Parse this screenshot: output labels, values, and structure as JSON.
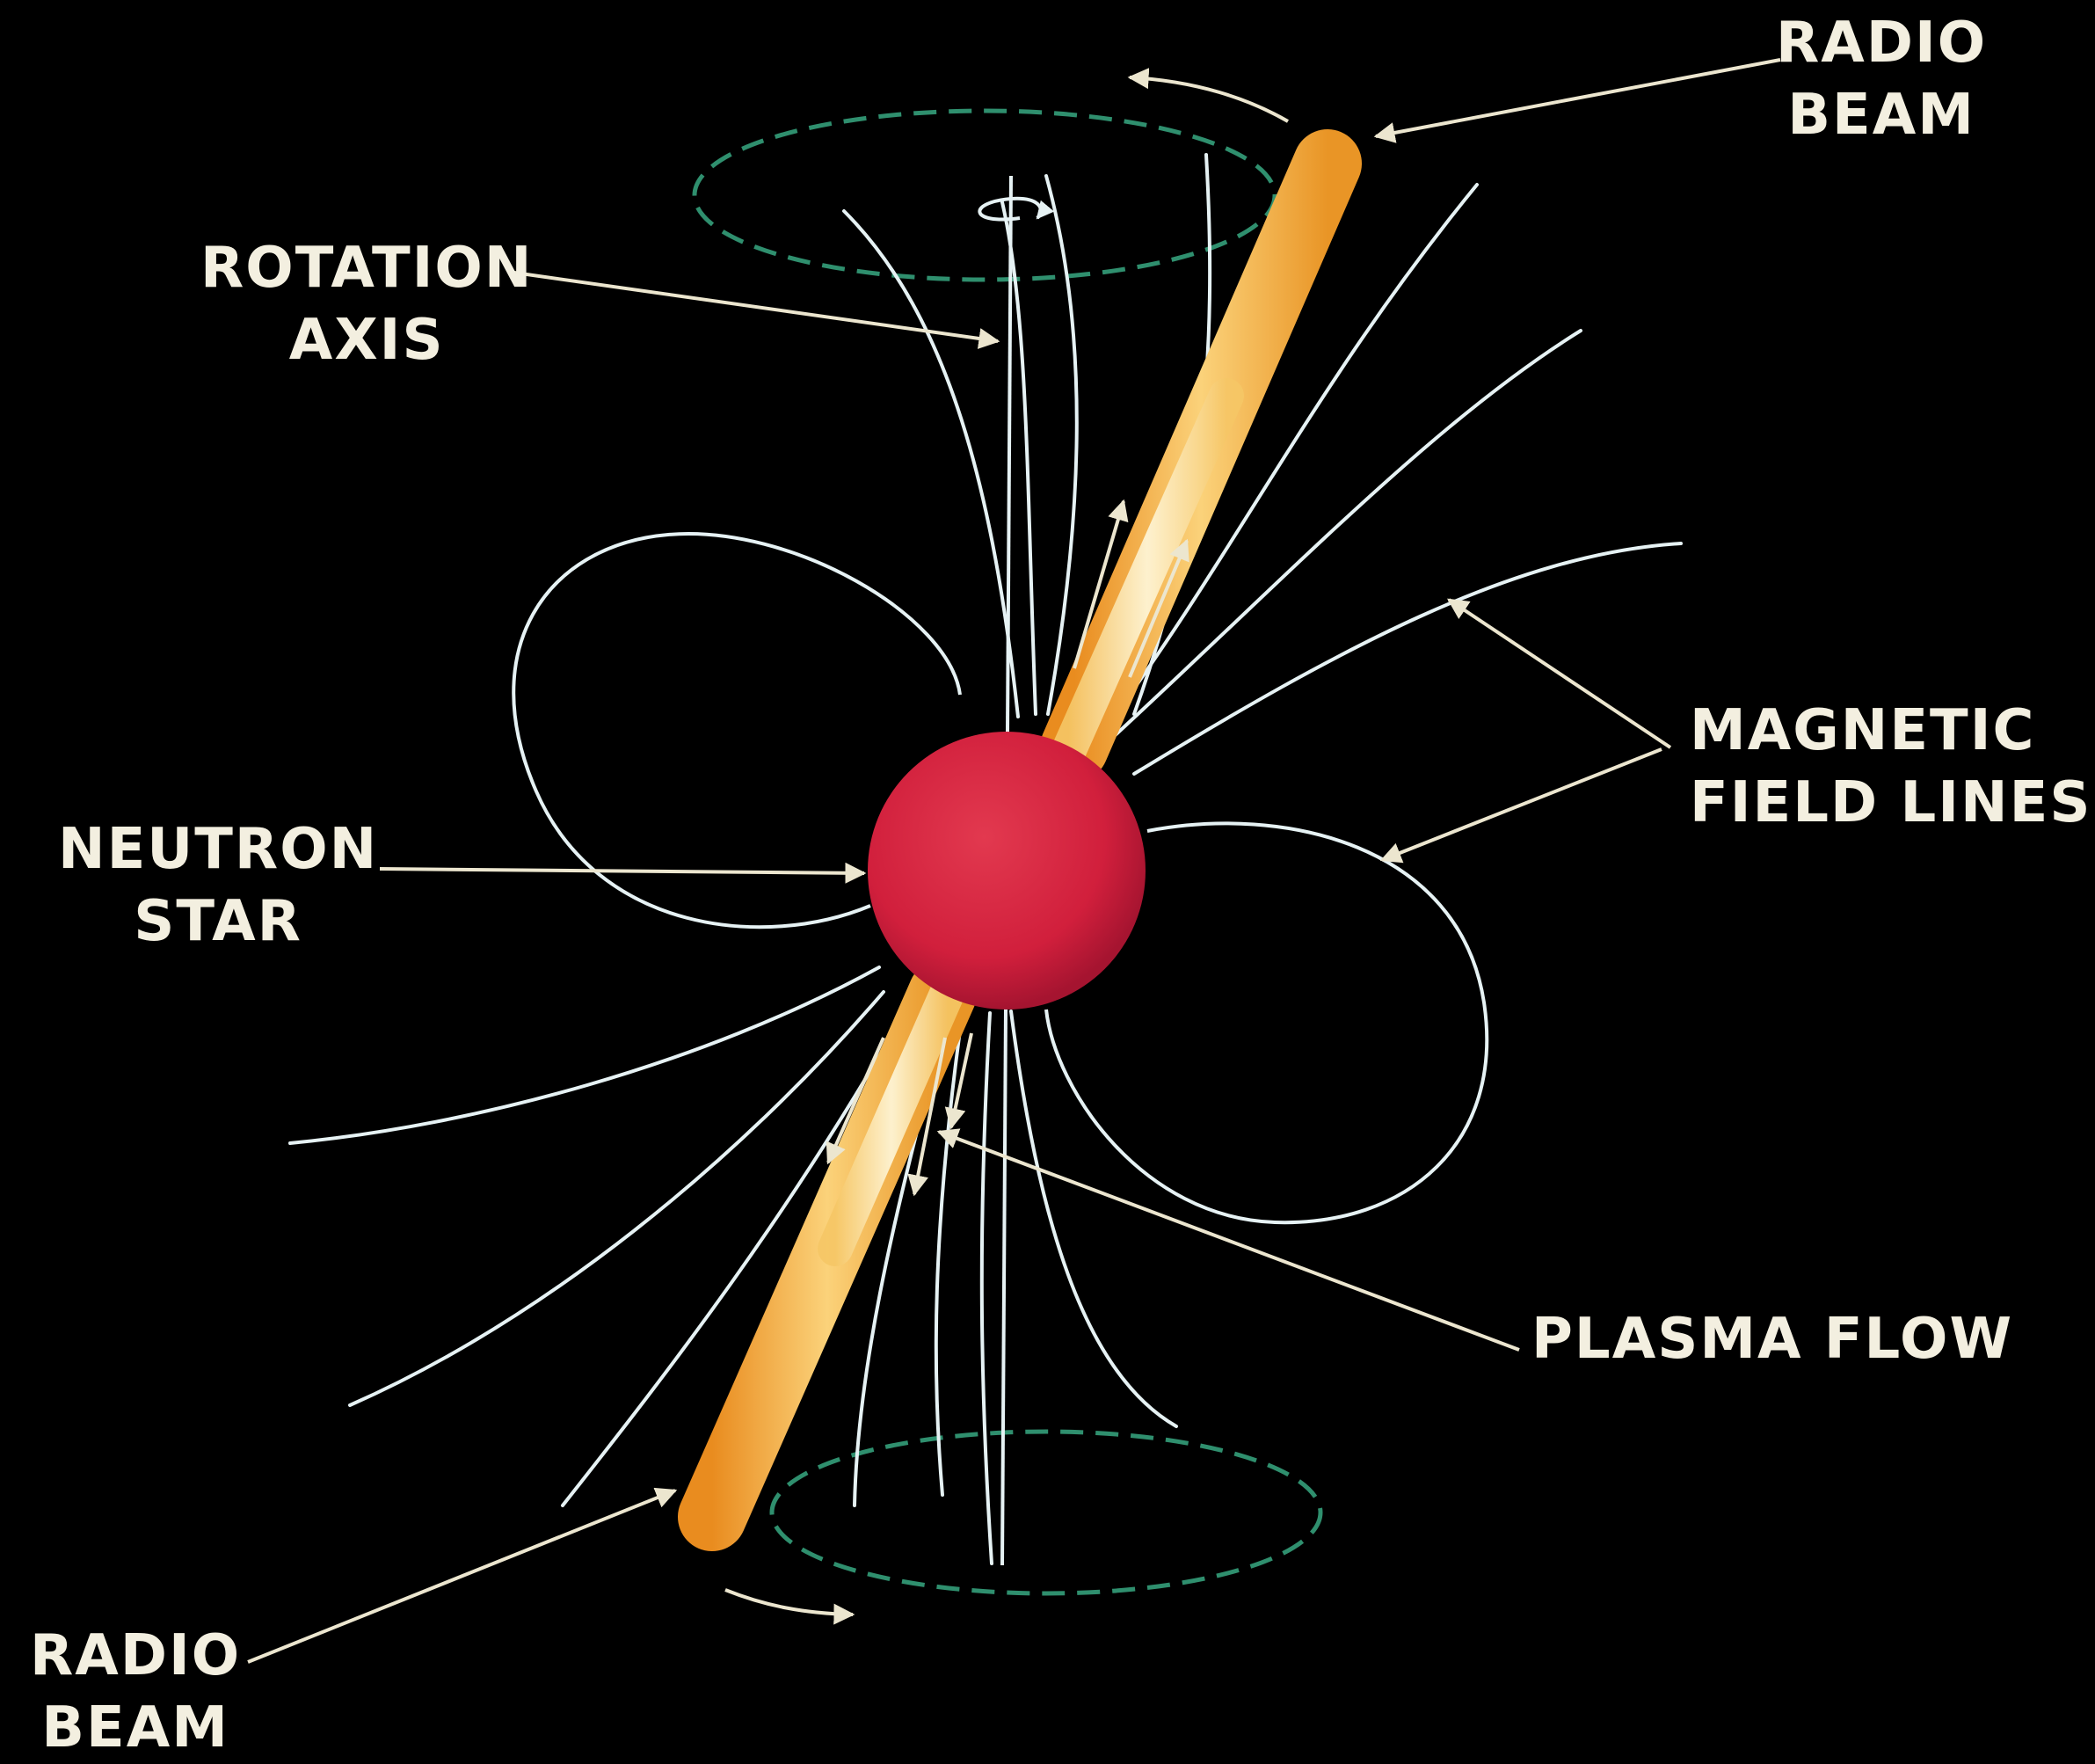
{
  "labels": {
    "radio_beam_top": [
      "RADIO",
      "BEAM"
    ],
    "rotation_axis": [
      "ROTATION",
      "AXIS"
    ],
    "magnetic_field_lines": [
      "MAGNETIC",
      "FIELD LINES"
    ],
    "neutron_star": [
      "NEUTRON",
      "STAR"
    ],
    "plasma_flow": [
      "PLASMA FLOW"
    ],
    "radio_beam_bottom": [
      "RADIO",
      "BEAM"
    ]
  },
  "colors": {
    "background": "#000000",
    "neutron_star": "#d8223f",
    "radio_beam": "#f2a93b",
    "field_lines": "#e6f2f4",
    "label_text": "#f3efe0",
    "leader_lines": "#ece6cf",
    "rotation_path": "#2f8f6e"
  }
}
